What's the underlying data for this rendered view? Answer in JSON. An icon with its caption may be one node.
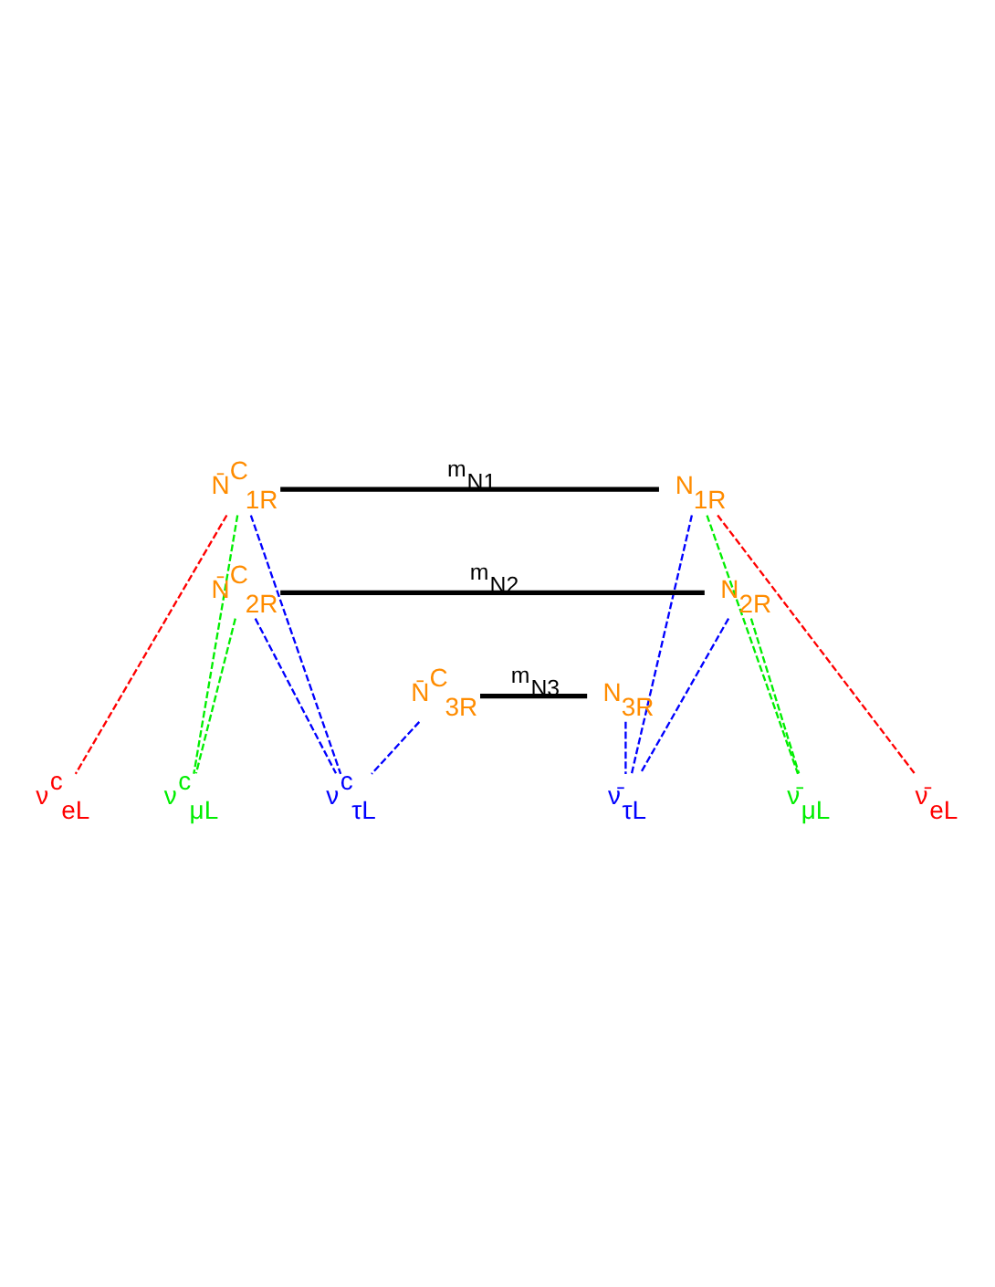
{
  "diagram": {
    "nodes": [
      {
        "text": [
          "N̄$^{C}$$_{1R}$"
        ]
      },
      {
        "text": [
          "N$_{1R}$"
        ]
      },
      {
        "text": [
          "N̄$^{C}$$_{2R}$"
        ]
      },
      {
        "text": [
          "N$_{2R}$"
        ]
      },
      {
        "text": [
          "N̄$^{C}$$_{3R}$"
        ]
      },
      {
        "text": [
          "N$_{3R}$"
        ]
      },
      {
        "text": [
          "ν$^{c}$$_{eL}$"
        ]
      },
      {
        "text": [
          "ν$^{c}$$_{μL}$"
        ]
      },
      {
        "text": [
          "ν$^{c}$$_{τL}$"
        ]
      },
      {
        "text": [
          "ν̄$_{τL}$"
        ]
      },
      {
        "text": [
          "ν̄$_{μL}$"
        ]
      },
      {
        "text": [
          "ν̄$_{eL}$"
        ]
      }
    ],
    "edges": [
      {
        "from": 0,
        "to": 1,
        "arrow": "none",
        "label": "m$_{N1}$",
        "style": "thick",
        "color": "#000000"
      },
      {
        "from": 2,
        "to": 3,
        "arrow": "none",
        "label": "m$_{N2}$",
        "style": "thick",
        "color": "#000000"
      },
      {
        "from": 4,
        "to": 5,
        "arrow": "none",
        "label": "m$_{N3}$",
        "style": "thick",
        "color": "#000000"
      },
      {
        "from": 0,
        "to": 6,
        "arrow": "none",
        "style": "dashed",
        "color": "#ff0000"
      },
      {
        "from": 0,
        "to": 7,
        "arrow": "none",
        "style": "dashed",
        "color": "#00ee00"
      },
      {
        "from": 0,
        "to": 8,
        "arrow": "none",
        "style": "dashed",
        "color": "#0000ff"
      },
      {
        "from": 2,
        "to": 7,
        "arrow": "none",
        "style": "dashed",
        "color": "#00ee00"
      },
      {
        "from": 2,
        "to": 8,
        "arrow": "none",
        "style": "dashed",
        "color": "#0000ff"
      },
      {
        "from": 4,
        "to": 8,
        "arrow": "none",
        "style": "dashed",
        "color": "#0000ff"
      },
      {
        "from": 1,
        "to": 11,
        "arrow": "none",
        "style": "dashed",
        "color": "#ff0000"
      },
      {
        "from": 1,
        "to": 10,
        "arrow": "none",
        "style": "dashed",
        "color": "#00ee00"
      },
      {
        "from": 1,
        "to": 9,
        "arrow": "none",
        "style": "dashed",
        "color": "#0000ff"
      },
      {
        "from": 3,
        "to": 10,
        "arrow": "none",
        "style": "dashed",
        "color": "#00ee00"
      },
      {
        "from": 3,
        "to": 9,
        "arrow": "none",
        "style": "dashed",
        "color": "#0000ff"
      },
      {
        "from": 5,
        "to": 9,
        "arrow": "none",
        "style": "dashed",
        "color": "#0000ff"
      }
    ]
  }
}
